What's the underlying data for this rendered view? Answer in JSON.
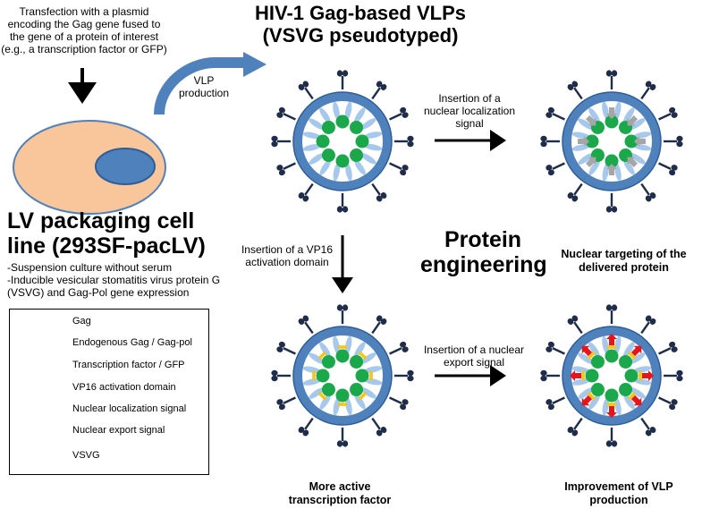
{
  "header": {
    "title_line1": "HIV-1 Gag-based VLPs",
    "title_line2": "(VSVG pseudotyped)"
  },
  "transfection_note": [
    "Transfection with a plasmid",
    "encoding the Gag gene fused to",
    "the gene of a protein of interest",
    "(e.g., a transcription factor or GFP)"
  ],
  "vlp_production": [
    "VLP",
    "production"
  ],
  "cell": {
    "title_line1": "LV packaging cell",
    "title_line2": "line (293SF-pacLV)",
    "notes": [
      "-Suspension culture without serum",
      "-Inducible vesicular stomatitis virus protein G",
      "(VSVG) and Gag-Pol gene expression"
    ]
  },
  "steps": {
    "nls": [
      "Insertion of a",
      "nuclear localization",
      "signal"
    ],
    "vp16": [
      "Insertion of a VP16",
      "activation domain"
    ],
    "nes": [
      "Insertion of  a nuclear",
      "export signal"
    ]
  },
  "center_label": [
    "Protein",
    "engineering"
  ],
  "captions": {
    "nuclear_targeting": [
      "Nuclear targeting of the",
      "delivered protein"
    ],
    "more_active": [
      "More active",
      "transcription factor"
    ],
    "improvement": [
      "Improvement of VLP",
      "production"
    ]
  },
  "legend": [
    {
      "icon": "gag-icon",
      "label": "Gag"
    },
    {
      "icon": "endogenous-gag-icon",
      "label": "Endogenous Gag / Gag-pol"
    },
    {
      "icon": "transcription-factor-icon",
      "label": "Transcription factor / GFP"
    },
    {
      "icon": "vp16-icon",
      "label": "VP16 activation domain"
    },
    {
      "icon": "nls-arrow-icon",
      "label": "Nuclear localization signal"
    },
    {
      "icon": "nes-arrow-icon",
      "label": "Nuclear export signal"
    },
    {
      "icon": "vsvg-icon",
      "label": "VSVG"
    }
  ],
  "colors": {
    "shell": "#4f81bd",
    "shell_dark": "#2e5e99",
    "gag": "#4a7ab8",
    "endogenous": "#a6c8ec",
    "protein": "#1aa84a",
    "vp16": "#f5c518",
    "nls": "#a6a6a6",
    "nes": "#e8141b",
    "vsvg": "#1f2d4a",
    "cell": "#f9c59a",
    "nucleus": "#4f81bd"
  }
}
